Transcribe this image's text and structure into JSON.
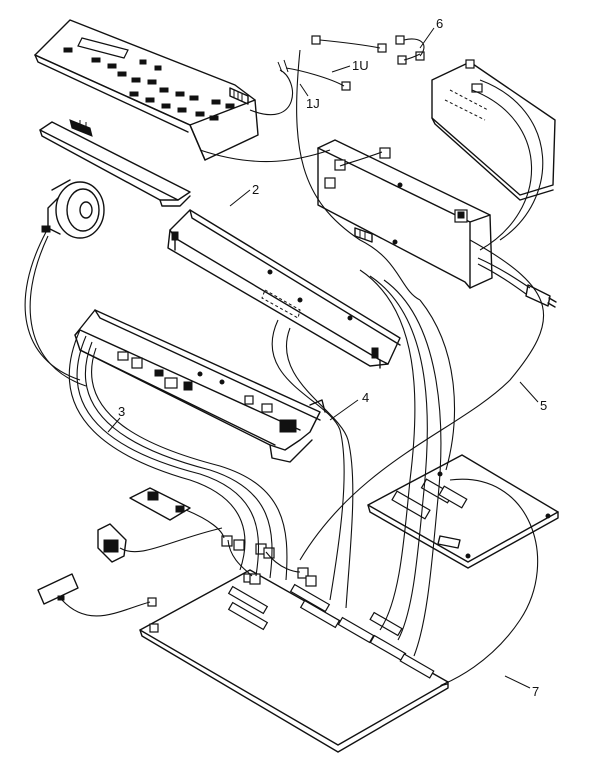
{
  "callouts": {
    "c2": "2",
    "c3": "3",
    "c4": "4",
    "c5": "5",
    "c6": "6",
    "c7": "7",
    "c1u": "1U",
    "c1j": "1J"
  }
}
